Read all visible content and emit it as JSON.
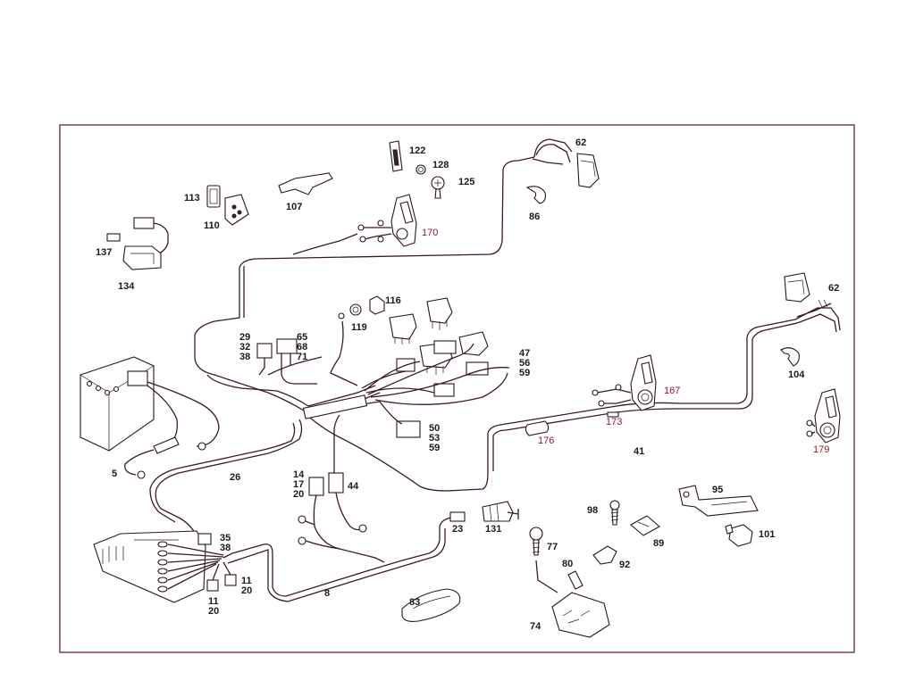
{
  "diagram": {
    "colors": {
      "frame": "#5a1320",
      "line": "#2b1518",
      "red_label": "#8b1a2b"
    },
    "callouts": {
      "c62a": "62",
      "c122": "122",
      "c128": "128",
      "c125": "125",
      "c86": "86",
      "c113": "113",
      "c110": "110",
      "c107": "107",
      "c170": "170",
      "c137": "137",
      "c134": "134",
      "c116": "116",
      "c119": "119",
      "c62b": "62",
      "c104": "104",
      "c167": "167",
      "c173": "173",
      "c176": "176",
      "c179": "179",
      "c41": "41",
      "c29": "29",
      "c32": "32",
      "c38a": "38",
      "c65": "65",
      "c68": "68",
      "c71": "71",
      "c47": "47",
      "c56": "56",
      "c59a": "59",
      "c50": "50",
      "c53": "53",
      "c59b": "59",
      "c5": "5",
      "c26": "26",
      "c14": "14",
      "c17": "17",
      "c20a": "20",
      "c44": "44",
      "c35": "35",
      "c38b": "38",
      "c11a": "11",
      "c20b": "20",
      "c11b": "11",
      "c20c": "20",
      "c8": "8",
      "c23": "23",
      "c131": "131",
      "c98": "98",
      "c89": "89",
      "c95": "95",
      "c101": "101",
      "c77": "77",
      "c80": "80",
      "c92": "92",
      "c83": "83",
      "c74": "74"
    }
  }
}
